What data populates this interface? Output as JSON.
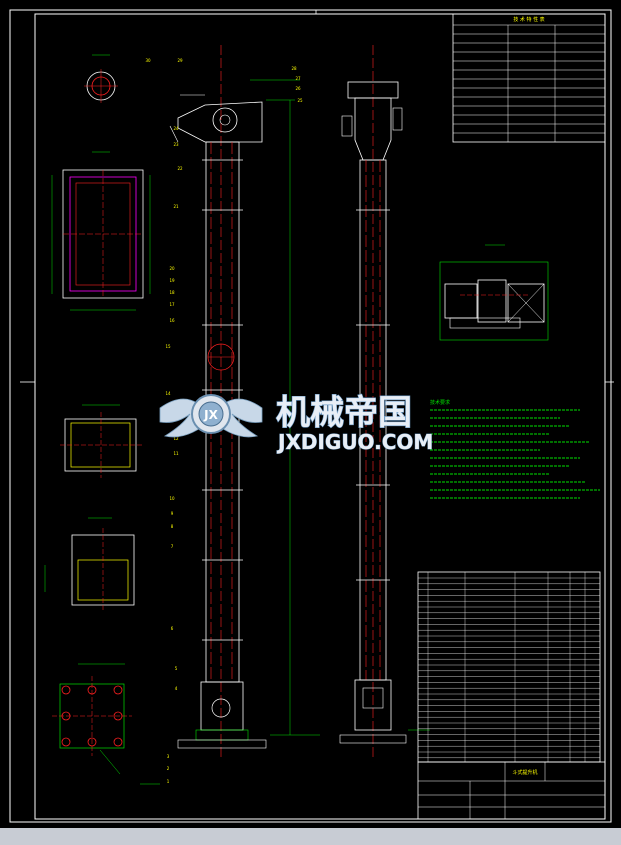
{
  "watermark": {
    "brand_cn": "机械帝国",
    "brand_en": "JXDIGUO.COM"
  },
  "specs_table": {
    "title": "技 术 特 性 表"
  },
  "notes": {
    "heading": "技术要求"
  },
  "title_block": {
    "drawing_name": "斗式提升机"
  },
  "callouts": [
    "1",
    "2",
    "3",
    "4",
    "5",
    "6",
    "7",
    "8",
    "9",
    "10",
    "11",
    "12",
    "13",
    "14",
    "15",
    "16",
    "17",
    "18",
    "19",
    "20",
    "21",
    "22",
    "23",
    "24",
    "25",
    "26",
    "27",
    "28",
    "29",
    "30"
  ],
  "colors": {
    "background": "#000000",
    "outline": "#ffffff",
    "centerline": "#ff2020",
    "dimension": "#00e000",
    "highlight": "#ffff00",
    "accent": "#ff00ff",
    "strip": "#c8ccd4"
  }
}
